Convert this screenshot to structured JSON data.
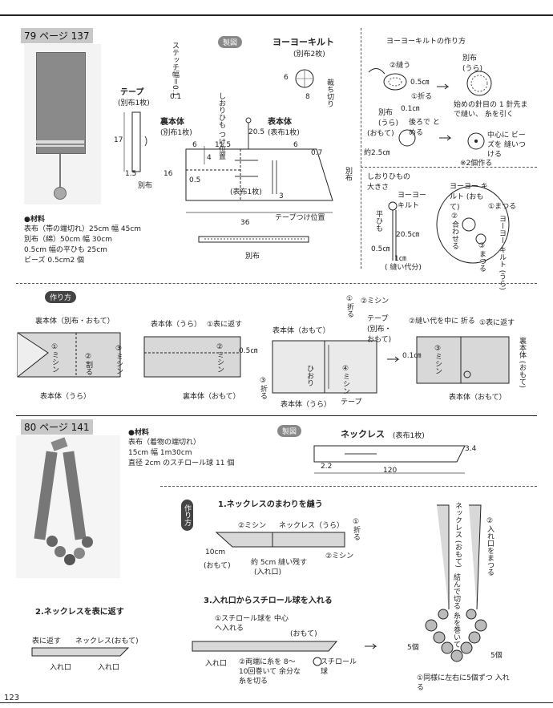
{
  "section79": {
    "header": "79 ページ 137",
    "pill_seizu": "製図",
    "yoyo_title": "ヨーヨーキルト",
    "yoyo_sub": "(別布2枚)",
    "yoyo_cut": "裁ち切り",
    "yoyo_howto": "ヨーヨーキルトの作り方",
    "stitch": "ステッチ幅＝0.1",
    "tape_title": "テープ",
    "tape_sub": "(別布1枚)",
    "tape_bottom": "別布",
    "ura_title": "裏本体",
    "ura_sub": "(別布1枚)",
    "omote_title": "表本体",
    "omote_sub": "(表布1枚)",
    "shiori_pos": "しおりひも つけ位置",
    "omote_1mai": "(表布1枚)",
    "tape_pos": "テープつけ位置",
    "betsununo_r": "別布",
    "betsununo_b": "別布",
    "dims": {
      "d6a": "6",
      "d115": "11.5",
      "d205": "20.5",
      "d6b": "6",
      "d07": "0.7",
      "d4": "4",
      "d05": "0.5",
      "d16": "16",
      "d36": "36",
      "d3": "3",
      "d17": "17",
      "d15": "1.5",
      "d01": "0.1",
      "y6": "6",
      "y8": "8"
    },
    "steps": {
      "nuu": "②縫う",
      "d05cm": "0.5㎝",
      "oru": "①折る",
      "d01cm": "0.1㎝",
      "betsu_ura": "別布 (うら)",
      "omote": "(おもて)",
      "ushiro": "後ろで とめる",
      "yaku": "約2.5㎝",
      "betsu_ura2": "別布 (うら)",
      "hajime": "始めの針目の 1 針先まで縫い、 糸を引く",
      "chushin": "中心に ビーズを 縫いつける",
      "two": "※2個作る"
    },
    "shiori": {
      "title": "しおりひもの 大きさ",
      "yoyo": "ヨーヨー キルト",
      "hira": "平ひも",
      "d205": "20.5㎝",
      "d05": "0.5㎝",
      "d1": "1㎝",
      "nuishiro": "( 縫い代分)",
      "yoyo_omote": "ヨーヨー キルト (おもて)",
      "matsuru1": "①まつる",
      "awaseru": "②合わせる",
      "yoyo_ura": "ヨーヨー キルト (うら)",
      "matsuru3": "③まつる"
    },
    "materials": {
      "head": "●材料",
      "lines": [
        "表布（帯の端切れ）25cm 幅 45cm",
        "別布（綿）50cm 幅 30cm",
        "0.5cm 幅の平ひも 25cm",
        "ビーズ 0.5cm2 個"
      ]
    },
    "tsukurikata": {
      "pill": "作り方",
      "a_label": "裏本体（別布・おもて）",
      "a_mishin": "①ミシン",
      "a_waru": "②割る",
      "a_mishin3": "③ミシン",
      "a_bottom": "表本体（うら）",
      "b_top": "表本体（うら）",
      "b_kaesu": "①表に返す",
      "b_d05": "0.5㎝",
      "b_mishin": "②ミシン",
      "b_bottom": "裏本体（おもて）",
      "c_top": "表本体（おもて）",
      "c_hiori": "ひおり",
      "c_oru": "③折る",
      "c_mishin": "④ミシン",
      "c_bottom": "表本体（うら）",
      "c_tape": "テープ",
      "d_oru": "①折る",
      "d_mishin": "②ミシン",
      "d_tape": "テープ (別布・おもて)",
      "e_nuishiro": "②縫い代を中に 折る",
      "e_kaesu": "①表に返す",
      "e_d01": "0.1㎝",
      "e_mishin": "③ミシン",
      "e_ura": "裏本体 (おもて)",
      "e_bottom": "表本体（おもて）"
    }
  },
  "section80": {
    "header": "80 ページ 141",
    "materials": {
      "head": "●材料",
      "lines": [
        "表布（着物の端切れ）",
        "15cm 幅 1m30cm",
        "直径 2cm のスチロール球 11 個"
      ]
    },
    "pill_seizu": "製図",
    "necklace_title": "ネックレス",
    "necklace_sub": "(表布1枚)",
    "d34": "3.4",
    "d22": "2.2",
    "d120": "120",
    "step1": "1.ネックレスのまわりを縫う",
    "tsukuri_pill": "作り方",
    "s1_mishin2": "②ミシン",
    "s1_ura": "ネックレス（うら）",
    "s1_oru": "①折る",
    "s1_10cm": "10cm",
    "s1_omote": "(おもて)",
    "s1_yaku": "約 5cm 縫い残す",
    "s1_ireguchi": "(入れ口)",
    "s1_mishin_r": "②ミシン",
    "step2": "2.ネックレスを表に返す",
    "s2_kaesu": "表に返す",
    "s2_omote": "ネックレス(おもて)",
    "s2_ire1": "入れ口",
    "s2_ire2": "入れ口",
    "step3": "3.入れ口からスチロール球を入れる",
    "s3_ball": "①スチロール球を 中心へ入れる",
    "s3_omote": "(おもて)",
    "s3_ire": "入れ口",
    "s3_ryoha": "②両端に糸を 8〜10回巻いて 余分な糸を切る",
    "s3_styro": "スチロール 球",
    "r_omote": "ネックレス (おもて)",
    "r_matsuru": "②入れ口をまつる",
    "r_ito": "結んで切る 糸を巻いて",
    "r_5a": "5個",
    "r_5b": "5個",
    "r_bottom": "①同様に左右に5個ずつ 入れる",
    "page_no": "123"
  }
}
